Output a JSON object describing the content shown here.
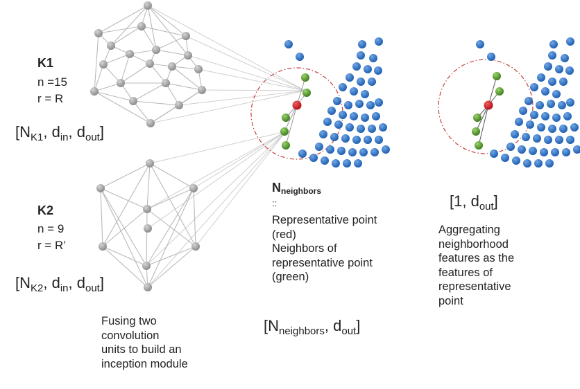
{
  "k1": {
    "title": "K1",
    "n": "n =15",
    "r": "r = R",
    "bracket": {
      "open": "[N",
      "sub1": "K1",
      "mid1": ", d",
      "sub2": "in",
      "mid2": ", d",
      "sub3": "out",
      "close": "]"
    }
  },
  "k2": {
    "title": "K2",
    "n": "n = 9",
    "r": "r = R’",
    "bracket": {
      "open": "[N",
      "sub1": "K2",
      "mid1": ", d",
      "sub2": "in",
      "mid2": ", d",
      "sub3": "out",
      "close": "]"
    }
  },
  "fusing_caption": [
    "Fusing two",
    "convolution",
    "units to build an",
    "inception module"
  ],
  "neighbors": {
    "title": "N",
    "title_sub": "neighbors",
    "separator": "::",
    "lines": [
      "Representative point",
      "(red)",
      "Neighbors of",
      "representative  point",
      "(green)"
    ],
    "bracket": {
      "open": "[N",
      "sub1": "neighbors",
      "mid1": ", d",
      "sub2": "out",
      "close": "]"
    }
  },
  "aggregate": {
    "bracket": {
      "open": "[1, d",
      "sub1": "out",
      "close": "]"
    },
    "lines": [
      "Aggregating",
      "neighborhood",
      "features as the",
      "features of",
      "representative",
      "point"
    ]
  },
  "colors": {
    "blue_point": "#1f5fb0",
    "green_point": "#4a8a2a",
    "red_point": "#c8141c",
    "node_gray": "#9a9a9a",
    "edge_gray": "#c4c4c4",
    "circle_dash": "#c83a3a"
  }
}
